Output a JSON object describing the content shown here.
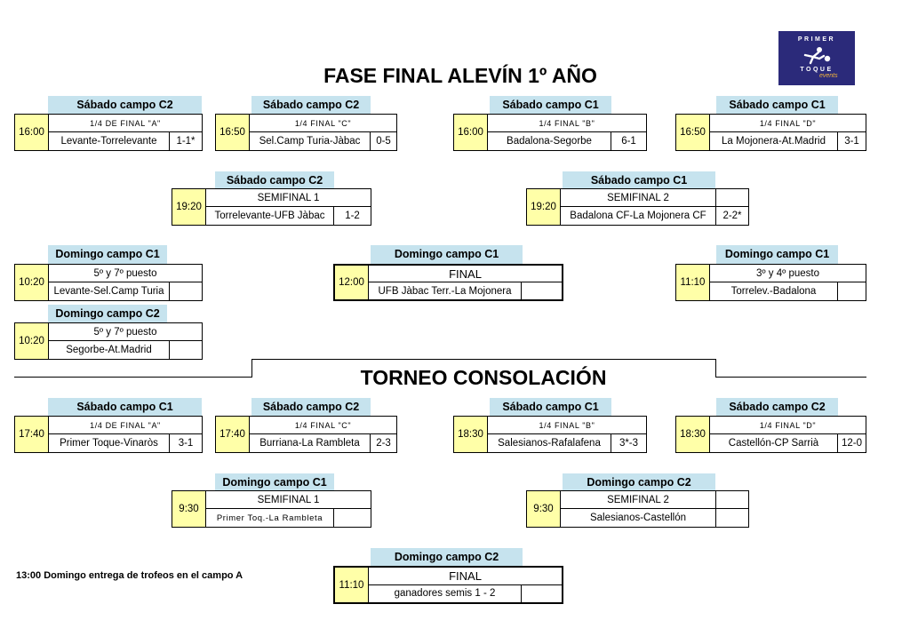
{
  "logo": {
    "top_word": "PRIMER",
    "bottom_word": "TOQUE",
    "tagline": "events"
  },
  "main": {
    "title": "FASE FINAL ALEVÍN 1º AÑO",
    "quarters": [
      {
        "header": "Sábado campo C2",
        "time": "16:00",
        "round": "1/4 DE FINAL \"A\"",
        "match": "Levante-Torrelevante",
        "score": "1-1*"
      },
      {
        "header": "Sábado campo C2",
        "time": "16:50",
        "round": "1/4 FINAL \"C\"",
        "match": "Sel.Camp Turia-Jàbac",
        "score": "0-5"
      },
      {
        "header": "Sábado campo C1",
        "time": "16:00",
        "round": "1/4 FINAL \"B\"",
        "match": "Badalona-Segorbe",
        "score": "6-1"
      },
      {
        "header": "Sábado campo C1",
        "time": "16:50",
        "round": "1/4 FINAL \"D\"",
        "match": "La Mojonera-At.Madrid",
        "score": "3-1"
      }
    ],
    "semis": [
      {
        "header": "Sábado campo C2",
        "time": "19:20",
        "round": "SEMIFINAL 1",
        "match": "Torrelevante-UFB Jàbac",
        "score": "1-2"
      },
      {
        "header": "Sábado campo C1",
        "time": "19:20",
        "round": "SEMIFINAL 2",
        "match": "Badalona CF-La Mojonera CF",
        "score": "2-2*"
      }
    ],
    "placements": [
      {
        "header": "Domingo campo C1",
        "time": "10:20",
        "round": "5º y 7º puesto",
        "match": "Levante-Sel.Camp Turia",
        "score": ""
      },
      {
        "header": "Domingo campo C2",
        "time": "10:20",
        "round": "5º y 7º puesto",
        "match": "Segorbe-At.Madrid",
        "score": ""
      },
      {
        "header": "Domingo campo C1",
        "time": "11:10",
        "round": "3º y 4º puesto",
        "match": "Torrelev.-Badalona",
        "score": ""
      }
    ],
    "final": {
      "header": "Domingo campo C1",
      "time": "12:00",
      "round": "FINAL",
      "match": "UFB Jàbac Terr.-La Mojonera",
      "score": ""
    }
  },
  "consolation": {
    "title": "TORNEO CONSOLACIÓN",
    "quarters": [
      {
        "header": "Sábado campo C1",
        "time": "17:40",
        "round": "1/4 DE FINAL \"A\"",
        "match": "Primer Toque-Vinaròs",
        "score": "3-1"
      },
      {
        "header": "Sábado campo C2",
        "time": "17:40",
        "round": "1/4 FINAL \"C\"",
        "match": "Burriana-La Rambleta",
        "score": "2-3"
      },
      {
        "header": "Sábado campo C1",
        "time": "18:30",
        "round": "1/4 FINAL \"B\"",
        "match": "Salesianos-Rafalafena",
        "score": "3*-3"
      },
      {
        "header": "Sábado campo C2",
        "time": "18:30",
        "round": "1/4 FINAL \"D\"",
        "match": "Castellón-CP Sarrià",
        "score": "12-0"
      }
    ],
    "semis": [
      {
        "header": "Domingo campo C1",
        "time": "9:30",
        "round": "SEMIFINAL 1",
        "match": "Primer Toq.-La Rambleta",
        "score": ""
      },
      {
        "header": "Domingo campo C2",
        "time": "9:30",
        "round": "SEMIFINAL 2",
        "match": "Salesianos-Castellón",
        "score": ""
      }
    ],
    "final": {
      "header": "Domingo campo C2",
      "time": "11:10",
      "round": "FINAL",
      "match": "ganadores semis 1 - 2",
      "score": ""
    }
  },
  "note": "13:00 Domingo entrega de trofeos en el campo A"
}
